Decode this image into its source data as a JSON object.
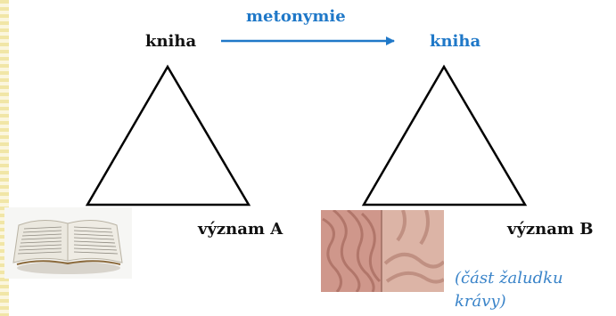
{
  "diagram": {
    "left_word": "kniha",
    "right_word": "kniha",
    "relation_label": "metonymie",
    "left_meaning": "význam A",
    "right_meaning": "význam B",
    "right_gloss": "(část žaludku krávy)",
    "images": {
      "left": "open-book-photo",
      "right": "cow-stomach-tissue-photo"
    },
    "colors": {
      "accent": "#1f78c8",
      "text": "#111111",
      "gloss": "#3a84c9",
      "stripe": "#f1e6a6"
    }
  }
}
